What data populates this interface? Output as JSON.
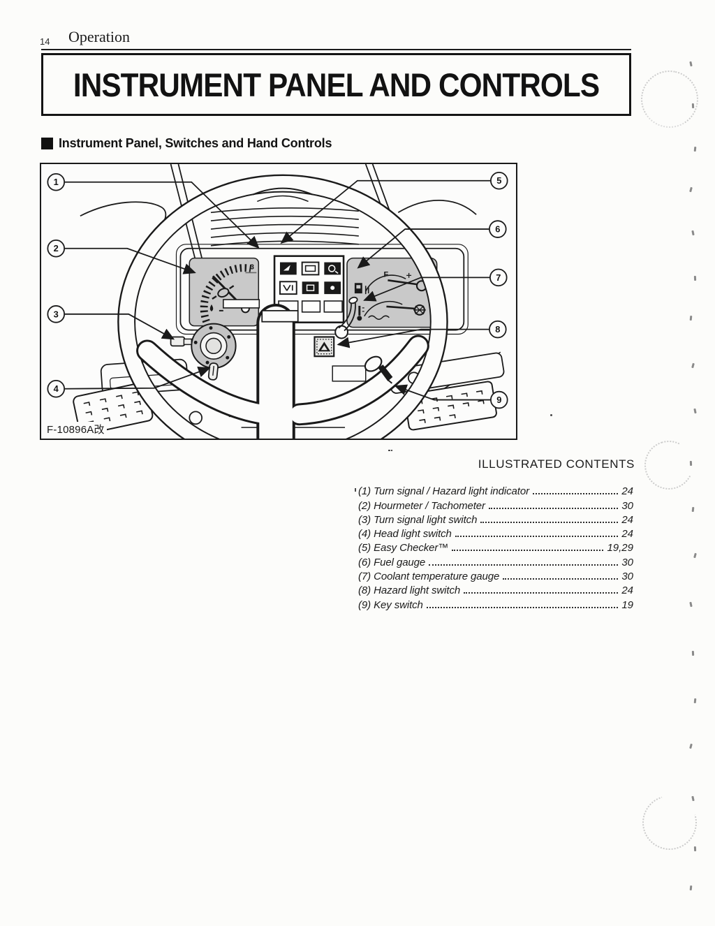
{
  "page": {
    "number": "14",
    "section": "Operation",
    "title": "INSTRUMENT PANEL AND CONTROLS",
    "subheading": "Instrument Panel, Switches and Hand Controls"
  },
  "figure": {
    "code": "F-10896A改",
    "fuel_label": "F",
    "tach_label": "3",
    "callouts": [
      "1",
      "2",
      "3",
      "4",
      "5",
      "6",
      "7",
      "8",
      "9"
    ]
  },
  "contents": {
    "heading": "ILLUSTRATED CONTENTS",
    "items": [
      {
        "label": "(1) Turn signal / Hazard light indicator",
        "page": "24"
      },
      {
        "label": "(2) Hourmeter / Tachometer",
        "page": "30"
      },
      {
        "label": "(3) Turn signal light switch",
        "page": "24"
      },
      {
        "label": "(4) Head light switch",
        "page": "24"
      },
      {
        "label": "(5) Easy Checker™",
        "page": "19,29"
      },
      {
        "label": "(6) Fuel gauge",
        "page": "30"
      },
      {
        "label": "(7) Coolant temperature gauge",
        "page": "30"
      },
      {
        "label": "(8) Hazard light switch",
        "page": "24"
      },
      {
        "label": "(9) Key switch",
        "page": "19"
      }
    ]
  }
}
